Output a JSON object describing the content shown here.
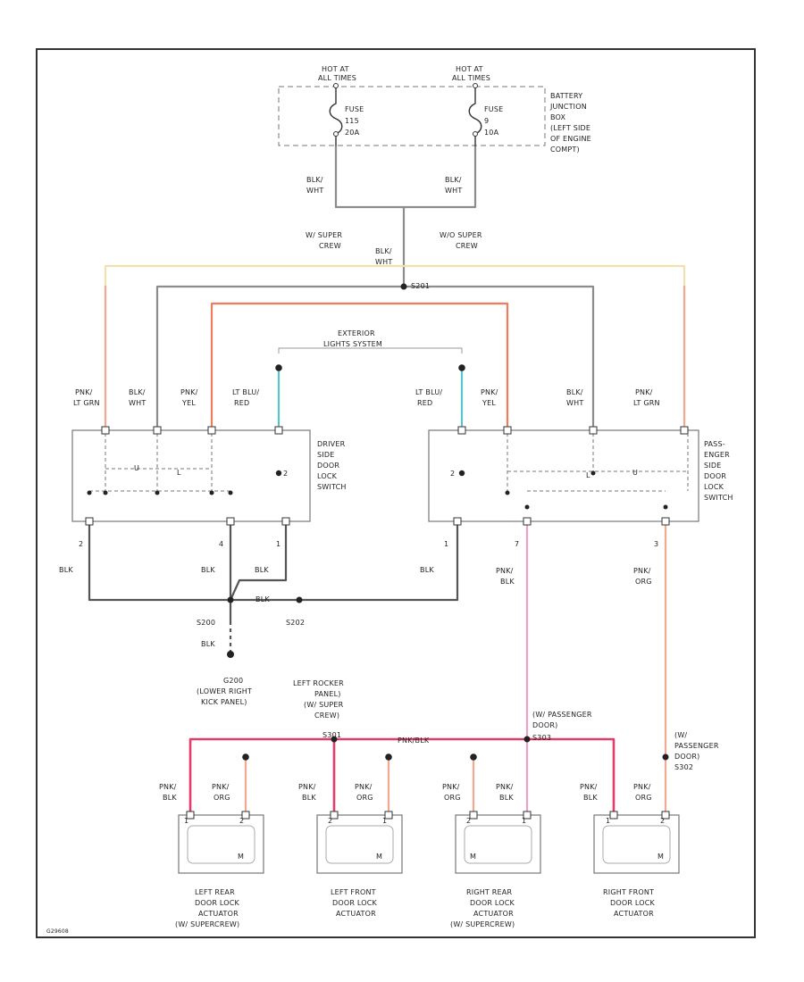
{
  "colors": {
    "blk": "#555555",
    "gray": "#8c8c8c",
    "pink": "#e8a3c4",
    "red": "#e23c6b",
    "orange": "#f07b5e",
    "salmon": "#f3a892",
    "yellow": "#f0e1ae",
    "teal": "#59c4cc",
    "dark": "#333333"
  },
  "labels": {
    "hot1": "HOT AT",
    "hot1b": "ALL TIMES",
    "hot2": "HOT AT",
    "hot2b": "ALL TIMES",
    "fuse1a": "FUSE",
    "fuse1b": "115",
    "fuse1c": "20A",
    "fuse2a": "FUSE",
    "fuse2b": "9",
    "fuse2c": "10A",
    "bjb1": "BATTERY",
    "bjb2": "JUNCTION",
    "bjb3": "BOX",
    "bjb4": "(LEFT SIDE",
    "bjb5": "OF ENGINE",
    "bjb6": "COMPT)",
    "bw1a": "BLK/",
    "bw1b": "WHT",
    "bw2a": "BLK/",
    "bw2b": "WHT",
    "sc1a": "W/ SUPER",
    "sc1b": "CREW",
    "sc2a": "W/O SUPER",
    "sc2b": "CREW",
    "bw3a": "BLK/",
    "bw3b": "WHT",
    "splice": "S201",
    "ext1": "EXTERIOR",
    "ext2": "LIGHTS SYSTEM",
    "w1a": "PNK/",
    "w1b": "LT GRN",
    "w2a": "BLK/",
    "w2b": "WHT",
    "w3a": "PNK/",
    "w3b": "YEL",
    "w4a": "LT BLU/",
    "w4b": "RED",
    "w5a": "LT BLU/",
    "w5b": "RED",
    "w6a": "PNK/",
    "w6b": "YEL",
    "w7a": "BLK/",
    "w7b": "WHT",
    "w8a": "PNK/",
    "w8b": "LT GRN",
    "ds1": "DRIVER",
    "ds2": "SIDE",
    "ds3": "DOOR",
    "ds4": "LOCK",
    "ds5": "SWITCH",
    "ps1": "PASS-",
    "ps2": "ENGER",
    "ps3": "SIDE",
    "ps4": "DOOR",
    "ps5": "LOCK",
    "ps6": "SWITCH",
    "dsw_u": "U",
    "dsw_l": "L",
    "dsw_pin": "2",
    "psw_pin": "2",
    "psw_l": "L",
    "psw_u": "U",
    "p_d1": "2",
    "p_d2": "4",
    "p_d3": "1",
    "p_p1": "1",
    "p_p2": "7",
    "p_p3": "3",
    "blk1": "BLK",
    "blk2": "BLK",
    "blk3": "BLK",
    "blk4": "BLK",
    "blk5": "BLK",
    "blk6": "BLK",
    "pb1": "PNK/",
    "pb2": "BLK",
    "po1": "PNK/",
    "po2": "ORG",
    "s200": "S200",
    "s202": "S202",
    "g200a": "G200",
    "g200b": "(LOWER RIGHT",
    "g200c": "KICK PANEL)",
    "lr1": "LEFT ROCKER",
    "lr2": "PANEL)",
    "lr3": "(W/ SUPER",
    "lr4": "CREW)",
    "s301": "S301",
    "pnkblk": "PNK/BLK",
    "wp1": "(W/ PASSENGER",
    "wp2": "DOOR)",
    "s303": "S303",
    "wp3": "(W/",
    "wp4": "PASSENGER",
    "wp5": "DOOR)",
    "s302": "S302",
    "a1pa": "PNK/",
    "a1pb": "BLK",
    "a1qa": "PNK/",
    "a1qb": "ORG",
    "a2pa": "PNK/",
    "a2pb": "BLK",
    "a2qa": "PNK/",
    "a2qb": "ORG",
    "a3pa": "PNK/",
    "a3pb": "ORG",
    "a3qa": "PNK/",
    "a3qb": "BLK",
    "a4pa": "PNK/",
    "a4pb": "BLK",
    "a4qa": "PNK/",
    "a4qb": "ORG",
    "ap1": "1",
    "ap2": "2",
    "ap3": "2",
    "ap4": "1",
    "ap5": "2",
    "ap6": "1",
    "ap7": "1",
    "ap8": "2",
    "am1": "M",
    "am2": "M",
    "am3": "M",
    "am4": "M",
    "act1a": "LEFT REAR",
    "act1b": "DOOR LOCK",
    "act1c": "ACTUATOR",
    "act1d": "(W/ SUPERCREW)",
    "act2a": "LEFT FRONT",
    "act2b": "DOOR LOCK",
    "act2c": "ACTUATOR",
    "act3a": "RIGHT REAR",
    "act3b": "DOOR LOCK",
    "act3c": "ACTUATOR",
    "act3d": "(W/ SUPERCREW)",
    "act4a": "RIGHT FRONT",
    "act4b": "DOOR LOCK",
    "act4c": "ACTUATOR",
    "footer": "G29608"
  }
}
